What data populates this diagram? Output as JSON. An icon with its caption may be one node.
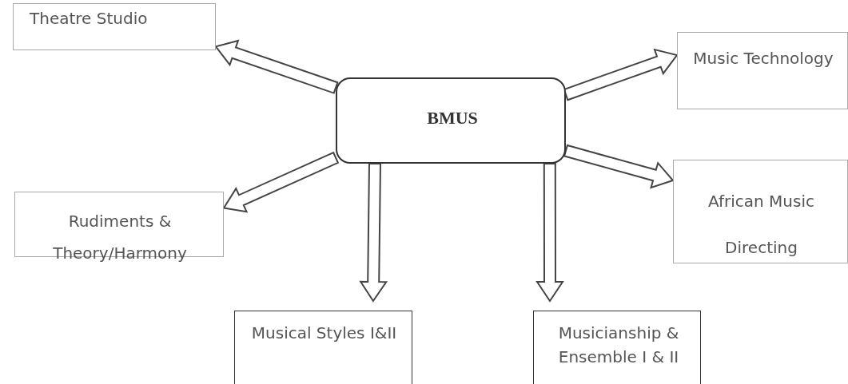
{
  "diagram": {
    "nodes": [
      {
        "text": [
          "Theatre Studio"
        ]
      },
      {
        "text": [
          "Music Technology"
        ]
      },
      {
        "text": [
          "BMUS"
        ]
      },
      {
        "text": [
          "Rudiments & Theory/Harmony"
        ]
      },
      {
        "text": [
          "African Music Directing"
        ]
      },
      {
        "text": [
          "Musical Styles I&II"
        ]
      },
      {
        "text": [
          "Musicianship & Ensemble I & II"
        ]
      }
    ],
    "edges": [
      {
        "from": 2,
        "to": 0,
        "arrow": "to",
        "style": "thick"
      },
      {
        "from": 2,
        "to": 1,
        "arrow": "to",
        "style": "thick"
      },
      {
        "from": 2,
        "to": 3,
        "arrow": "to",
        "style": "thick"
      },
      {
        "from": 2,
        "to": 4,
        "arrow": "to",
        "style": "thick"
      },
      {
        "from": 2,
        "to": 5,
        "arrow": "to",
        "style": "thick"
      },
      {
        "from": 2,
        "to": 6,
        "arrow": "to",
        "style": "thick"
      }
    ]
  }
}
